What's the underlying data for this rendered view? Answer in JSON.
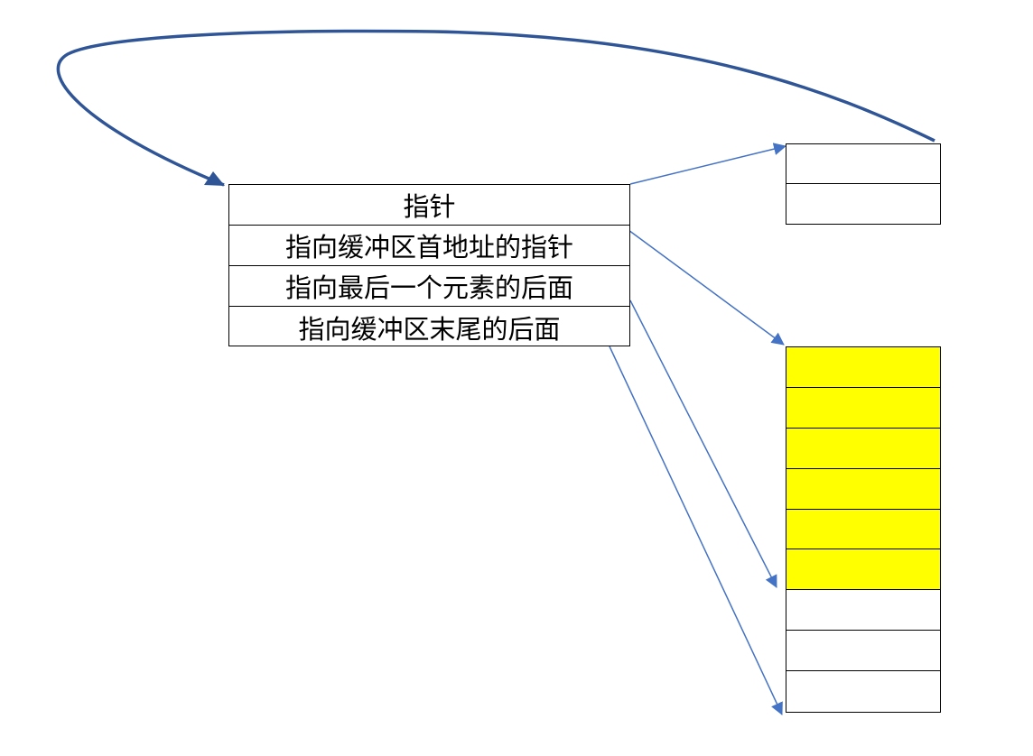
{
  "struct_fields": [
    {
      "label": "指针"
    },
    {
      "label": "指向缓冲区首地址的指针"
    },
    {
      "label": "指向最后一个元素的后面"
    },
    {
      "label": "指向缓冲区末尾的后面"
    }
  ],
  "small_block": {
    "cells": 2
  },
  "buffer": {
    "cells": 9,
    "filled": 6,
    "fill_color": "#ffff00"
  },
  "colors": {
    "thick_arrow": "#2f5597",
    "thin_arrow": "#4472c4",
    "border": "#000000"
  }
}
